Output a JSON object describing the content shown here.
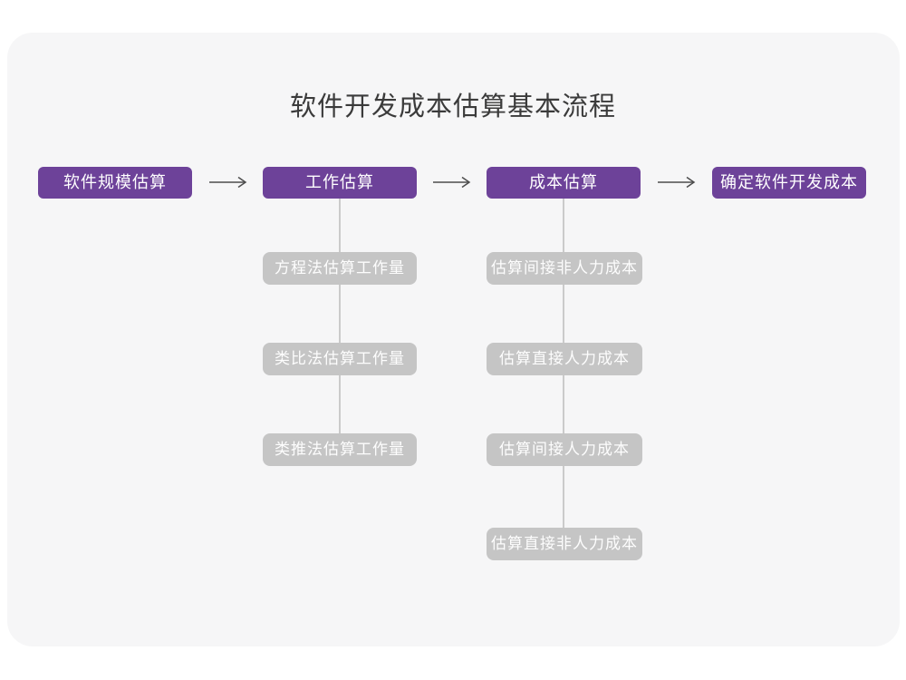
{
  "title": "软件开发成本估算基本流程",
  "colors": {
    "accent_purple": "#6d4299",
    "sub_node_gray": "#c5c5c5",
    "card_background": "#f6f6f7",
    "page_background": "#ffffff",
    "connector_line": "#cbcbcb",
    "arrow": "#4d4d4d",
    "title_text": "#3b3b3b",
    "node_text": "#ffffff"
  },
  "flow": {
    "stages": [
      {
        "label": "软件规模估算"
      },
      {
        "label": "工作估算"
      },
      {
        "label": "成本估算"
      },
      {
        "label": "确定软件开发成本"
      }
    ],
    "work_estimation_methods": [
      {
        "label": "方程法估算工作量"
      },
      {
        "label": "类比法估算工作量"
      },
      {
        "label": "类推法估算工作量"
      }
    ],
    "cost_estimation_steps": [
      {
        "label": "估算间接非人力成本"
      },
      {
        "label": "估算直接人力成本"
      },
      {
        "label": "估算间接人力成本"
      },
      {
        "label": "估算直接非人力成本"
      }
    ]
  }
}
